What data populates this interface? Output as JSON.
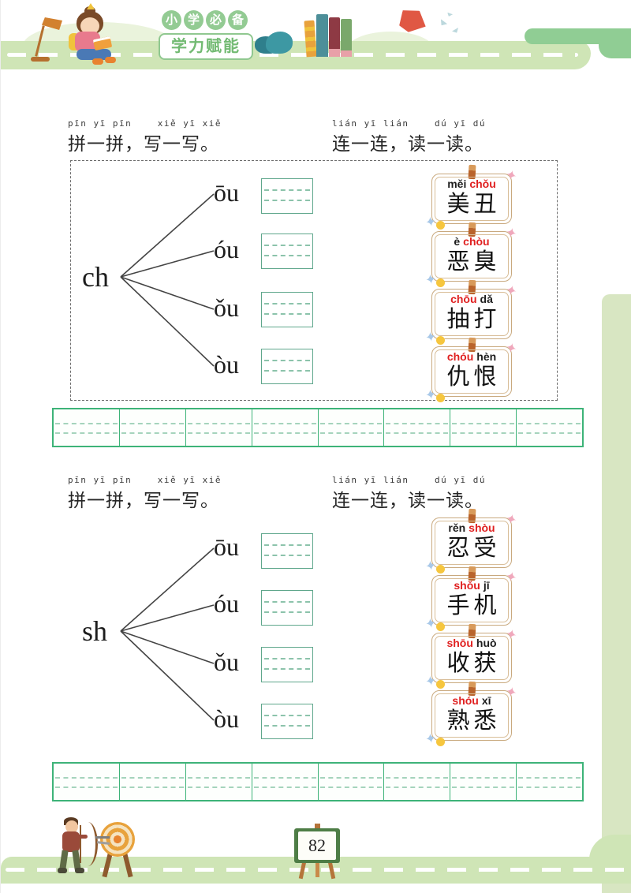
{
  "page": {
    "number": "82"
  },
  "header": {
    "badge_chars": [
      "小",
      "学",
      "必",
      "备"
    ],
    "badge_subtitle": "学力赋能"
  },
  "sections": [
    {
      "pinyin_left": "pīn yī pīn    xiě yī xiě",
      "title_left": "拼一拼，写一写。",
      "pinyin_right": "lián yī lián    dú yī dú",
      "title_right": "连一连，读一读。",
      "initial": "ch",
      "finals": [
        "ōu",
        "óu",
        "ǒu",
        "òu"
      ],
      "cards": [
        {
          "py1": "měi",
          "py1_cls": "syll",
          "py2": "chǒu",
          "py2_cls": "syll red",
          "word": "美丑"
        },
        {
          "py1": "è",
          "py1_cls": "syll",
          "py2": "chòu",
          "py2_cls": "syll red",
          "word": "恶臭"
        },
        {
          "py1": "chōu",
          "py1_cls": "syll red",
          "py2": "dǎ",
          "py2_cls": "syll",
          "word": "抽打"
        },
        {
          "py1": "chóu",
          "py1_cls": "syll red",
          "py2": "hèn",
          "py2_cls": "syll",
          "word": "仇恨"
        }
      ]
    },
    {
      "pinyin_left": "pīn yī pīn    xiě yī xiě",
      "title_left": "拼一拼，写一写。",
      "pinyin_right": "lián yī lián    dú yī dú",
      "title_right": "连一连，读一读。",
      "initial": "sh",
      "finals": [
        "ōu",
        "óu",
        "ǒu",
        "òu"
      ],
      "cards": [
        {
          "py1": "rěn",
          "py1_cls": "syll",
          "py2": "shòu",
          "py2_cls": "syll red",
          "word": "忍受"
        },
        {
          "py1": "shǒu",
          "py1_cls": "syll red",
          "py2": "jī",
          "py2_cls": "syll",
          "word": "手机"
        },
        {
          "py1": "shōu",
          "py1_cls": "syll red",
          "py2": "huò",
          "py2_cls": "syll",
          "word": "收获"
        },
        {
          "py1": "shóu",
          "py1_cls": "syll red",
          "py2": "xī",
          "py2_cls": "syll",
          "word": "熟悉"
        }
      ]
    }
  ],
  "practice_row": {
    "cells": 8
  },
  "colors": {
    "accent_green": "#3db378",
    "writing_box_green": "#5fa78c",
    "band_green": "#cfe5b6",
    "side_bar_green": "#d8e6c2",
    "tab_green": "#90cd94",
    "badge_green": "#93cb93",
    "pinyin_red": "#e02020",
    "card_border_tan": "#c9a97e"
  },
  "illustrations": [
    "desk-lamp",
    "girl-reading",
    "bush",
    "book-stack",
    "flying-book",
    "archer",
    "archery-target",
    "easel-board"
  ]
}
